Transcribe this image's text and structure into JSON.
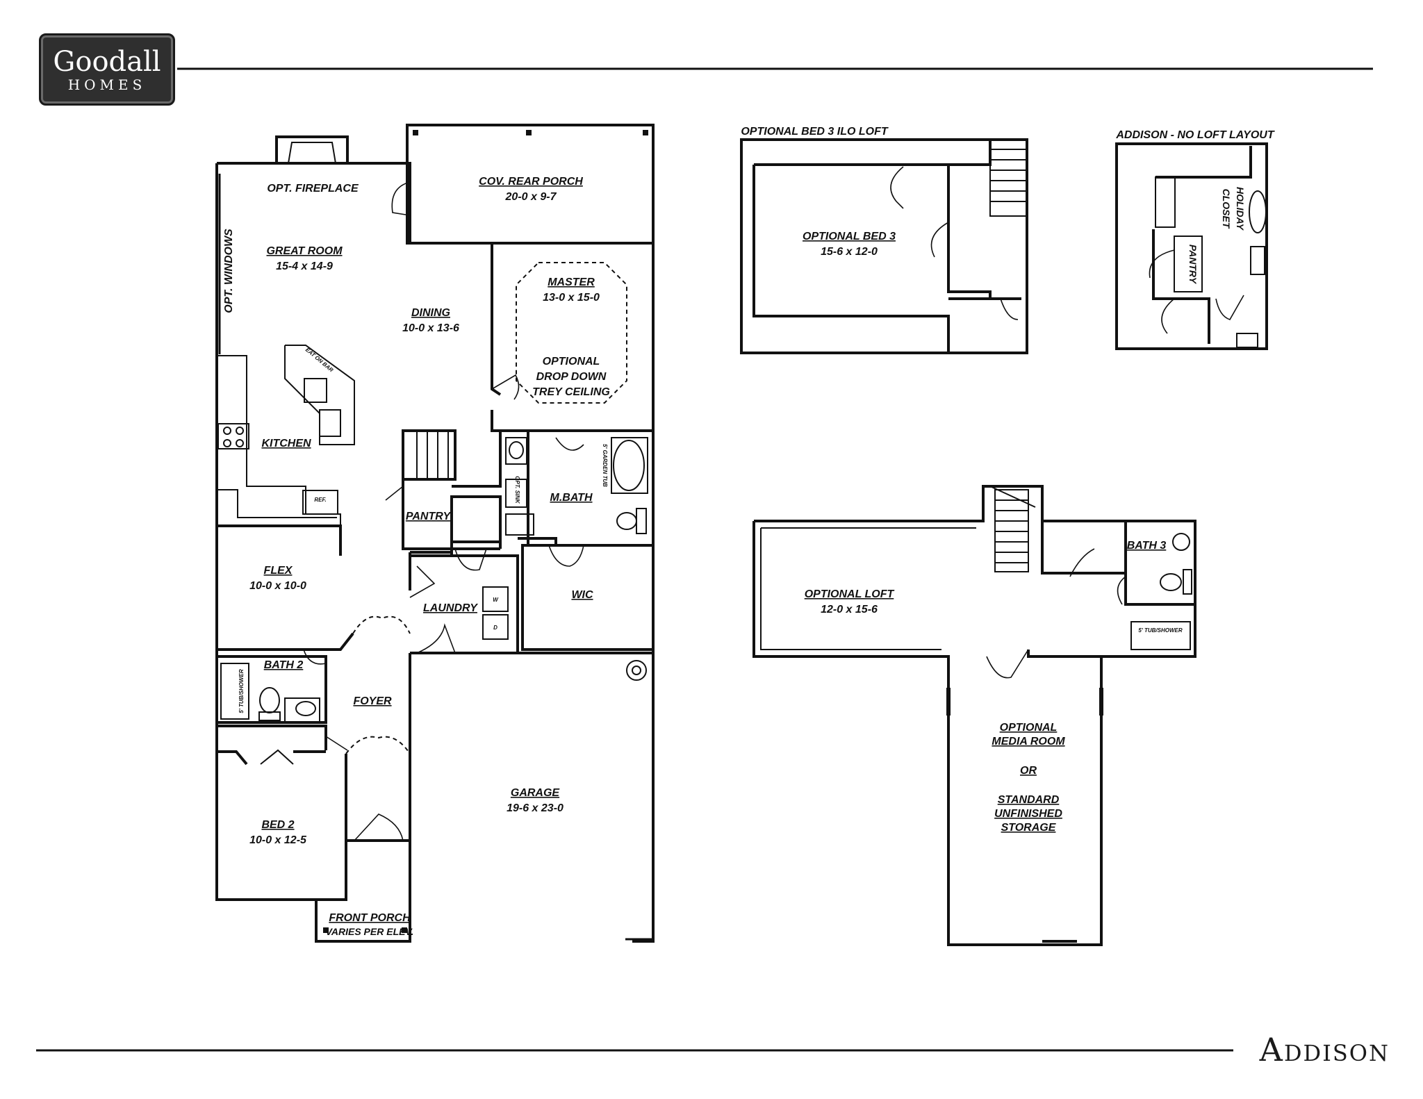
{
  "brand": {
    "name": "Goodall",
    "sub": "HOMES"
  },
  "plan_name": "Addison",
  "main_floor": {
    "opt_fireplace": "OPT. FIREPLACE",
    "opt_windows": "OPT. WINDOWS",
    "rear_porch": {
      "name": "COV. REAR PORCH",
      "dim": "20-0 x 9-7"
    },
    "great_room": {
      "name": "GREAT ROOM",
      "dim": "15-4 x 14-9"
    },
    "dining": {
      "name": "DINING",
      "dim": "10-0 x 13-6"
    },
    "master": {
      "name": "MASTER",
      "dim": "13-0 x 15-0"
    },
    "trey": {
      "l1": "OPTIONAL",
      "l2": "DROP DOWN",
      "l3": "TREY CEILING"
    },
    "eat_on_bar": "EAT ON BAR",
    "kitchen": "KITCHEN",
    "ref": "REF.",
    "pantry": "PANTRY",
    "opt_sink": "OPT. SINK",
    "garden_tub": "5' GARDEN TUB",
    "master_bath": "M.BATH",
    "wic": "WIC",
    "flex": {
      "name": "FLEX",
      "dim": "10-0 x 10-0"
    },
    "laundry": "LAUNDRY",
    "washer": "W",
    "dryer": "D",
    "bath2": "BATH 2",
    "tub_shower": "5' TUB/SHOWER",
    "foyer": "FOYER",
    "bed2": {
      "name": "BED 2",
      "dim": "10-0 x 12-5"
    },
    "front_porch": {
      "name": "FRONT PORCH",
      "sub": "VARIES PER ELEV."
    },
    "garage": {
      "name": "GARAGE",
      "dim": "19-6 x 23-0"
    }
  },
  "opt_bed3_plan": {
    "caption": "OPTIONAL BED 3 ILO LOFT",
    "room": {
      "name": "OPTIONAL BED 3",
      "dim": "15-6 x 12-0"
    }
  },
  "no_loft_plan": {
    "caption": "ADDISON - NO LOFT LAYOUT",
    "holiday": {
      "l1": "HOLIDAY",
      "l2": "CLOSET"
    },
    "pantry": "PANTRY"
  },
  "upper_floor": {
    "loft": {
      "name": "OPTIONAL LOFT",
      "dim": "12-0 x 15-6"
    },
    "bath3": "BATH 3",
    "tub_shower": "5' TUB/SHOWER",
    "media": {
      "l1": "OPTIONAL",
      "l2": "MEDIA ROOM",
      "or": "OR",
      "l3": "STANDARD",
      "l4": "UNFINISHED",
      "l5": "STORAGE"
    }
  },
  "colors": {
    "ink": "#111111",
    "logo_bg": "#2f2f2f"
  }
}
